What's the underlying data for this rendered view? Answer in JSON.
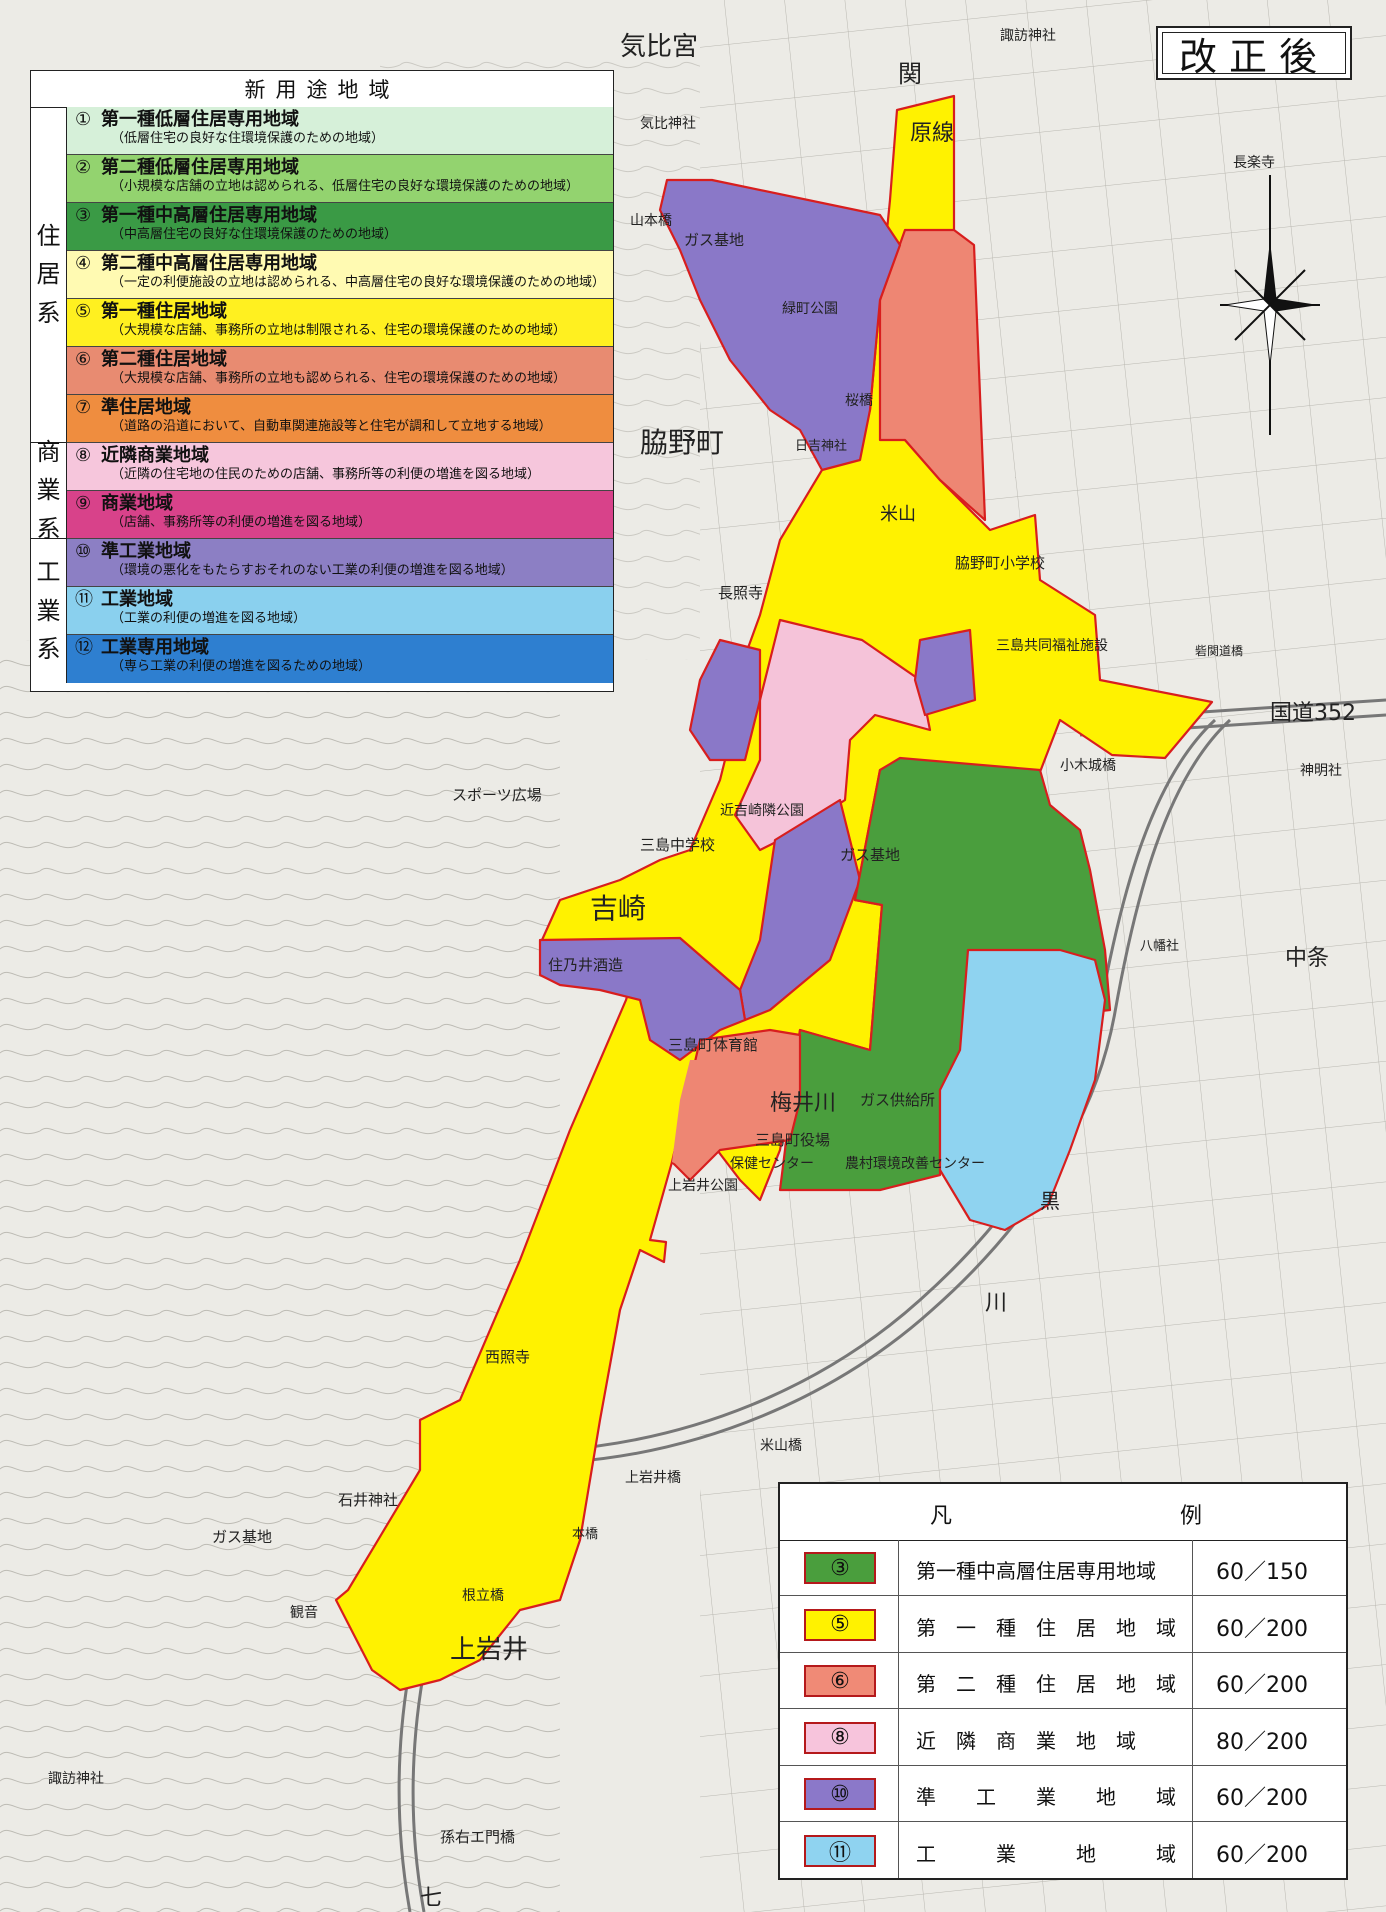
{
  "title_stamp": "改正後",
  "zoning_legend": {
    "title": "新用途地域",
    "groups": [
      {
        "label": "住居系",
        "rows": 7
      },
      {
        "label": "商業系",
        "rows": 2
      },
      {
        "label": "工業系",
        "rows": 3
      }
    ],
    "items": [
      {
        "num": "①",
        "name": "第一種低層住居専用地域",
        "desc": "（低層住宅の良好な住環境保護のための地域）",
        "color": "#d6f0d9"
      },
      {
        "num": "②",
        "name": "第二種低層住居専用地域",
        "desc": "（小規模な店舗の立地は認められる、低層住宅の良好な環境保護のための地域）",
        "color": "#93d36f"
      },
      {
        "num": "③",
        "name": "第一種中高層住居専用地域",
        "desc": "（中高層住宅の良好な住環境保護のための地域）",
        "color": "#3a9a45"
      },
      {
        "num": "④",
        "name": "第二種中高層住居専用地域",
        "desc": "（一定の利便施設の立地は認められる、中高層住宅の良好な環境保護のための地域）",
        "color": "#fffab2"
      },
      {
        "num": "⑤",
        "name": "第一種住居地域",
        "desc": "（大規模な店舗、事務所の立地は制限される、住宅の環境保護のための地域）",
        "color": "#fff020"
      },
      {
        "num": "⑥",
        "name": "第二種住居地域",
        "desc": "（大規模な店舗、事務所の立地も認められる、住宅の環境保護のための地域）",
        "color": "#e88b71"
      },
      {
        "num": "⑦",
        "name": "準住居地域",
        "desc": "（道路の沿道において、自動車関連施設等と住宅が調和して立地する地域）",
        "color": "#ef8d3f"
      },
      {
        "num": "⑧",
        "name": "近隣商業地域",
        "desc": "（近隣の住宅地の住民のための店舗、事務所等の利便の増進を図る地域）",
        "color": "#f6c6dc"
      },
      {
        "num": "⑨",
        "name": "商業地域",
        "desc": "（店舗、事務所等の利便の増進を図る地域）",
        "color": "#d8428a"
      },
      {
        "num": "⑩",
        "name": "準工業地域",
        "desc": "（環境の悪化をもたらすおそれのない工業の利便の増進を図る地域）",
        "color": "#8c7fc4"
      },
      {
        "num": "⑪",
        "name": "工業地域",
        "desc": "（工業の利便の増進を図る地域）",
        "color": "#8ad0ee"
      },
      {
        "num": "⑫",
        "name": "工業専用地域",
        "desc": "（専ら工業の利便の増進を図るための地域）",
        "color": "#2e7fd0"
      }
    ]
  },
  "legend": {
    "head_left": "凡",
    "head_right": "例",
    "rows": [
      {
        "num": "③",
        "name": "第一種中高層住居専用地域",
        "ratio": "60／150",
        "color": "#4a9e3d"
      },
      {
        "num": "⑤",
        "name": "第　一　種　住　居　地　域",
        "ratio": "60／200",
        "color": "#fff200"
      },
      {
        "num": "⑥",
        "name": "第　二　種　住　居　地　域",
        "ratio": "60／200",
        "color": "#f08a76"
      },
      {
        "num": "⑧",
        "name": "近　隣　商　業　地　域",
        "ratio": "80／200",
        "color": "#f7c4dc"
      },
      {
        "num": "⑩",
        "name": "準　　工　　業　　地　　域",
        "ratio": "60／200",
        "color": "#8b78c9"
      },
      {
        "num": "⑪",
        "name": "工　　　業　　　地　　　域",
        "ratio": "60／200",
        "color": "#8fd3f0"
      }
    ]
  },
  "zone_colors": {
    "yellow": "#fff200",
    "green": "#4a9e3d",
    "salmon": "#ee8673",
    "pink": "#f5c3d9",
    "purple": "#8a78c8",
    "blue": "#8fd3f0",
    "outline": "#d81e1e"
  },
  "map_labels": {
    "kehimiya": "気比宮",
    "kehijinja": "気比神社",
    "suwajinja": "諏訪神社",
    "chourakuji": "長楽寺",
    "seki": "関",
    "harasen": "原線",
    "yamamotobashi": "山本橋",
    "gaskichi": "ガス基地",
    "midorimachikoen": "緑町公園",
    "wakinomachi": "脇野町",
    "hiyoshijinja": "日吉神社",
    "sakurabashi": "桜橋",
    "yoneyama": "米山",
    "wakinoshogakko": "脇野町小学校",
    "choshoji": "長照寺",
    "mishimafukushi": "三島共同福祉施設",
    "toukanmichibashi": "砦関道橋",
    "kokudo": "国道352",
    "kogibashi": "小木城橋",
    "shinmeisha": "神明社",
    "sports": "スポーツ広場",
    "mishimachugakko": "三島中学校",
    "yoshizaki": "吉崎",
    "yoshizakikoen": "近吉崎隣公園",
    "gaskichi2": "ガス基地",
    "sumino": "住乃井酒造",
    "hachimansha": "八幡社",
    "nakajo": "中条",
    "taiikukan": "三島町体育館",
    "umeigawa": "梅井川",
    "gaskyokyu": "ガス供給所",
    "yakuba": "三島町役場",
    "hoken": "保健センター",
    "noson": "農村環境改善センター",
    "kamiiwaikoen": "上岩井公園",
    "kuro": "黒",
    "kawa": "川",
    "saishoji": "西照寺",
    "yoneyamabashi": "米山橋",
    "kamiiwaibashi": "上岩井橋",
    "iwaijinja": "石井神社",
    "gaskichi3": "ガス基地",
    "honbashi": "本橋",
    "nedachibashi": "根立橋",
    "kannon": "観音",
    "kamiiwai": "上岩井",
    "suwajinja2": "諏訪神社",
    "magoemonbashi": "孫右エ門橋",
    "nana": "七"
  }
}
